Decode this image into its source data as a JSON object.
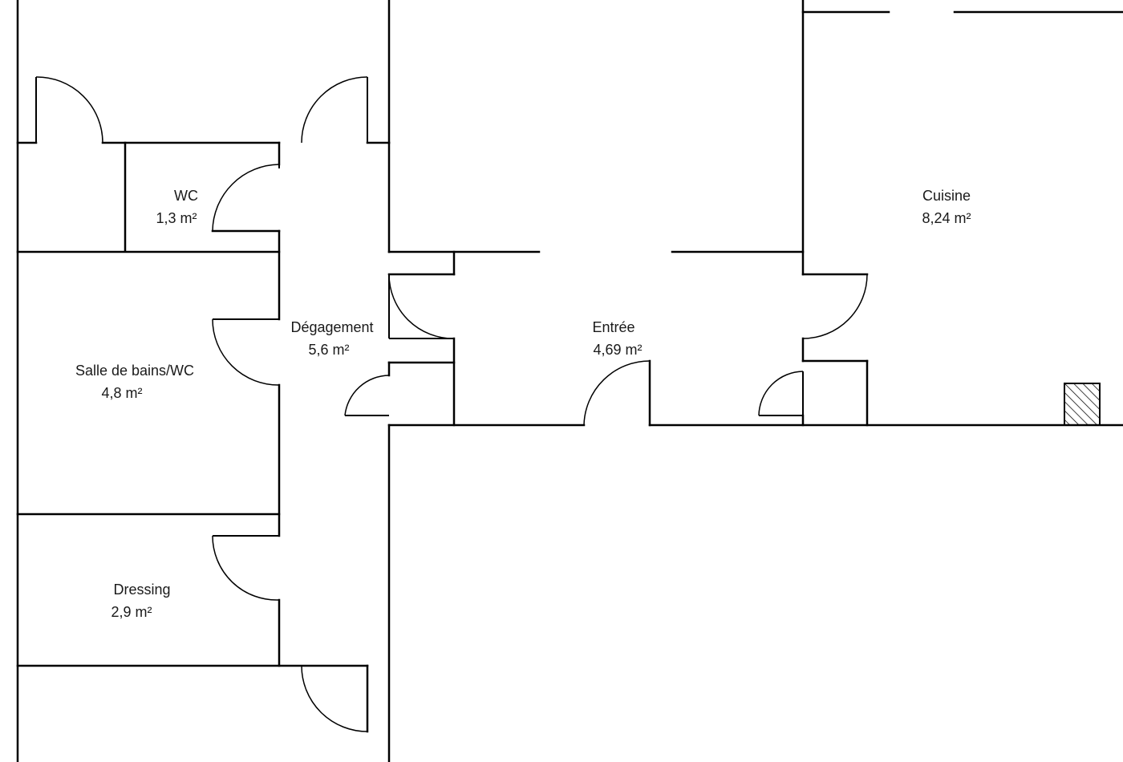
{
  "rooms": {
    "wc": {
      "name": "WC",
      "area": "1,3  m²"
    },
    "cuisine": {
      "name": "Cuisine",
      "area": "8,24  m²"
    },
    "degagement": {
      "name": "Dégagement",
      "area": "5,6  m²"
    },
    "entree": {
      "name": "Entrée",
      "area": "4,69  m²"
    },
    "salle_de_bains": {
      "name": "Salle de bains/WC",
      "area": "4,8  m²"
    },
    "dressing": {
      "name": "Dressing",
      "area": "2,9  m²"
    }
  },
  "colors": {
    "wall": "#000000",
    "label": "#1a1a1a",
    "background": "#ffffff"
  }
}
